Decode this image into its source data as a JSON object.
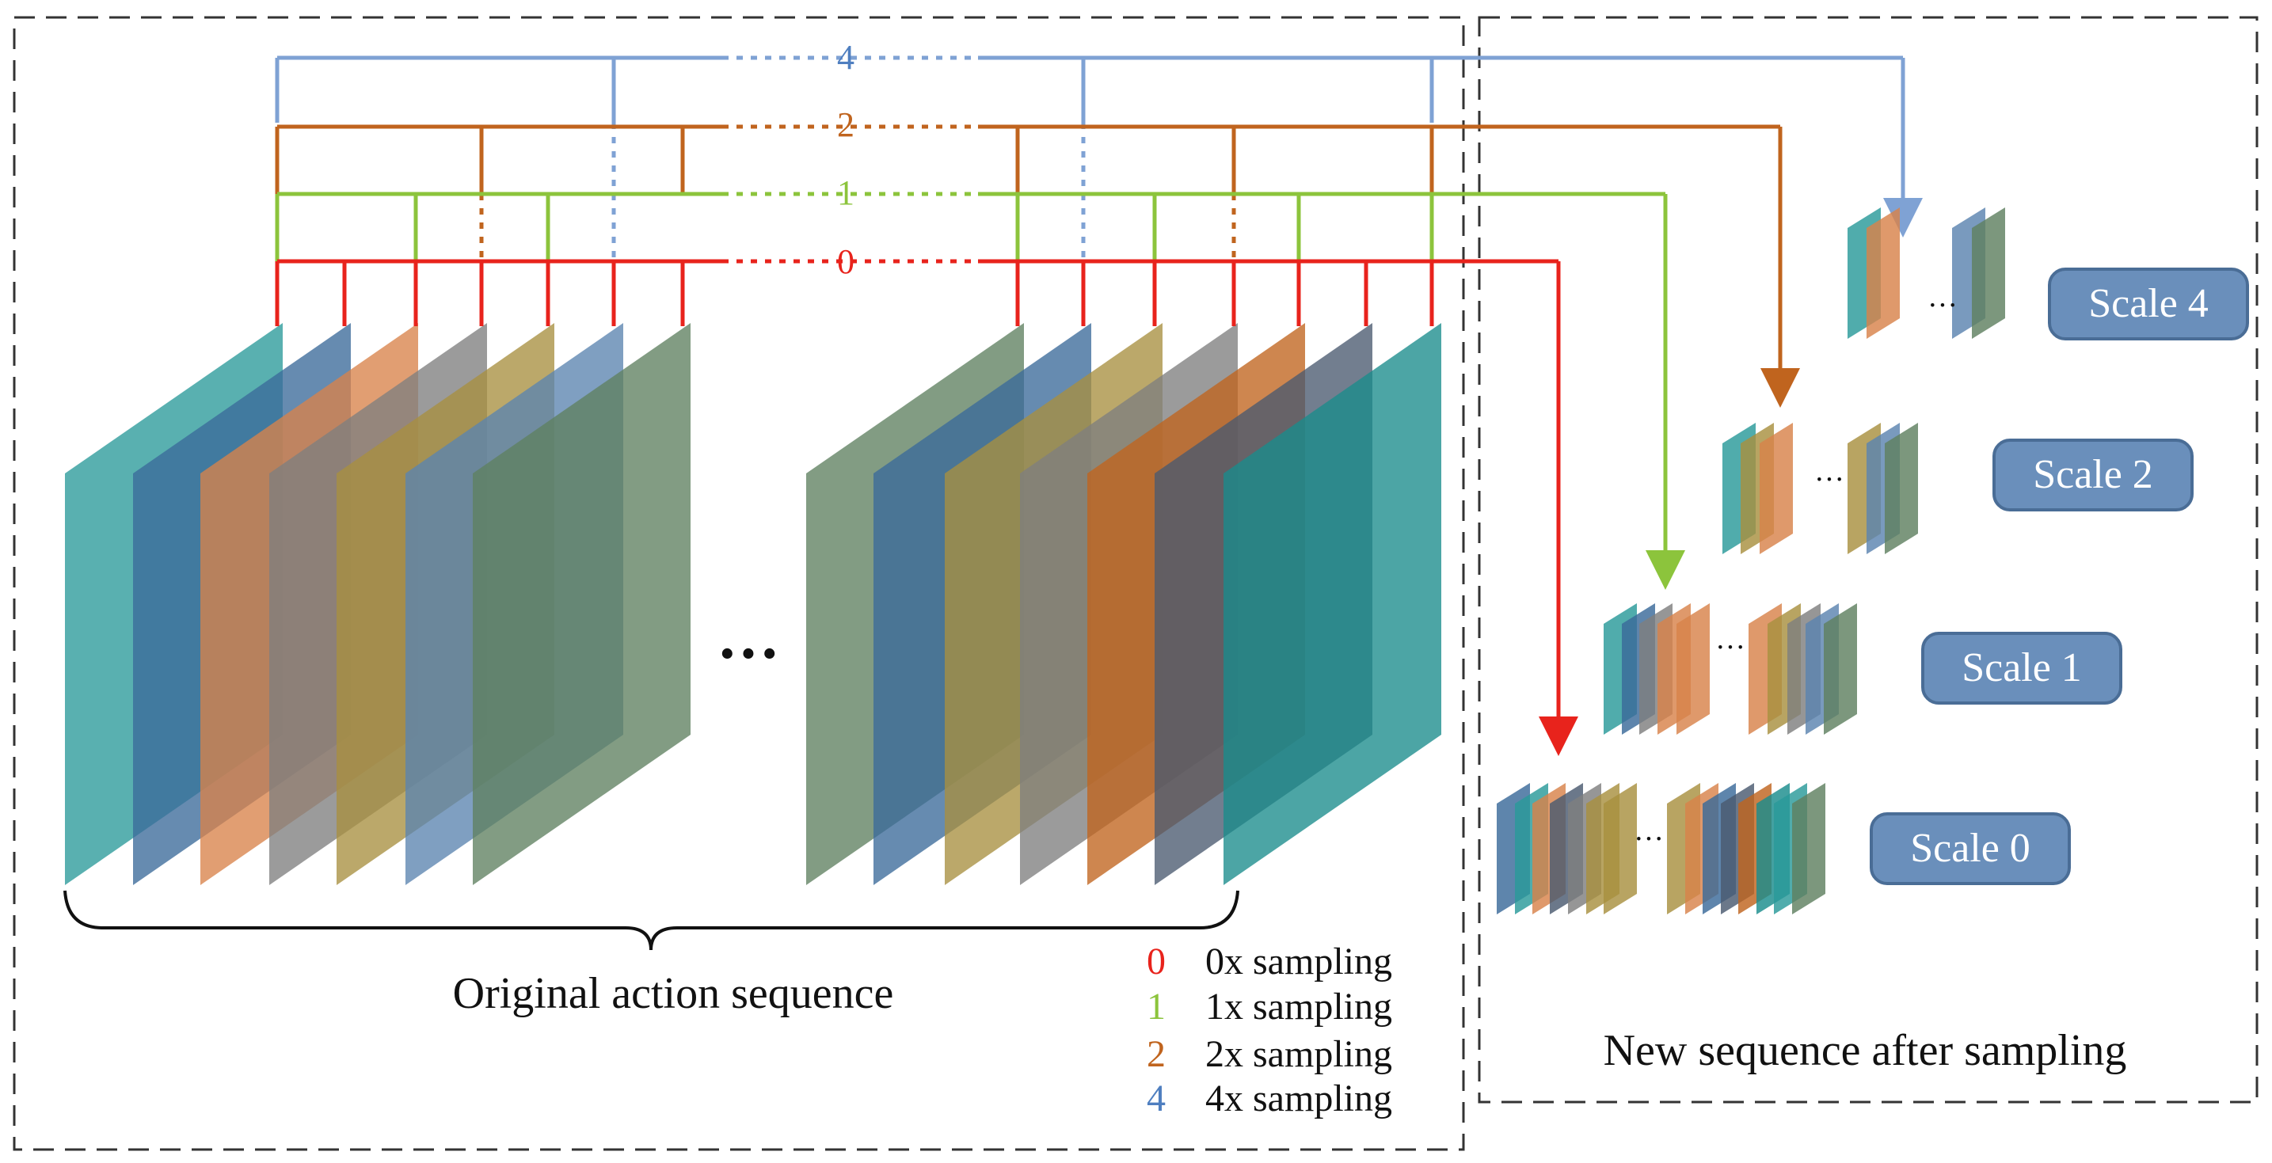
{
  "level_labels": {
    "s0": "0",
    "s1": "1",
    "s2": "2",
    "s4": "4"
  },
  "original_caption": "Original action sequence",
  "new_caption": "New sequence after sampling",
  "ellipsis_big": "···",
  "ellipsis_small": "···",
  "legend": [
    {
      "key": "0",
      "text": "0x sampling",
      "color": "#e8231c"
    },
    {
      "key": "1",
      "text": "1x sampling",
      "color": "#8cc43c"
    },
    {
      "key": "2",
      "text": "2x sampling",
      "color": "#c0641e"
    },
    {
      "key": "4",
      "text": "4x sampling",
      "color": "#4f7fc0"
    }
  ],
  "scale_buttons": [
    {
      "label": "Scale 4"
    },
    {
      "label": "Scale 2"
    },
    {
      "label": "Scale 1"
    },
    {
      "label": "Scale 0"
    }
  ],
  "colors": {
    "level_0": "#e8231c",
    "level_1": "#8cc43c",
    "level_2": "#c0641e",
    "level_4": "#7fa2d4",
    "scale_button_fill": "#6a8fbb",
    "scale_button_stroke": "#4a6d96",
    "frame_palette": [
      "#2a9a9a",
      "#3b6a9a",
      "#d8834a",
      "#7f7f7f",
      "#a89040",
      "#5b84b0",
      "#5f8060",
      "#c0641e",
      "#4a5a70",
      "#1a8c8c"
    ]
  }
}
